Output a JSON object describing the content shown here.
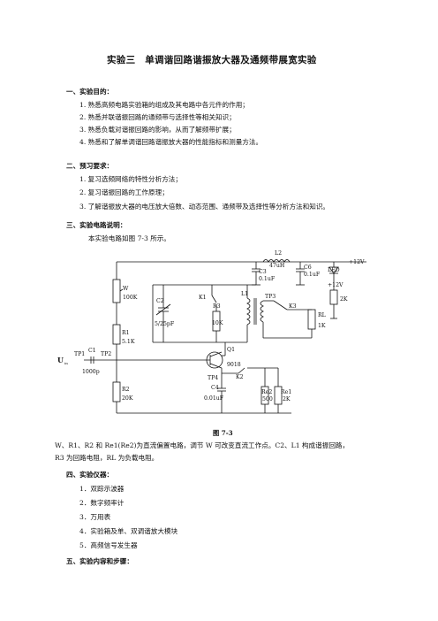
{
  "doc": {
    "title": "实验三　单调谐回路谐振放大器及通频带展宽实验",
    "s1": {
      "heading": "一、实验目的：",
      "items": [
        "1. 熟悉高频电路实验箱的组成及其电路中各元件的作用；",
        "2. 熟悉并联谐振回路的通频带与选择性等相关知识；",
        "3. 熟悉负载对谐振回路的影响，从而了解频带扩展；",
        "4. 熟悉和了解单调谐回路谐振放大器的性能指标和测量方法。"
      ]
    },
    "s2": {
      "heading": "二、预习要求：",
      "items": [
        "1. 复习选频网络的特性分析方法；",
        "2. 复习谐振回路的工作原理；",
        "3. 了解谐振放大器的电压放大倍数、动态范围、通频带及选择性等分析方法和知识。"
      ]
    },
    "s3": {
      "heading": "三、实验电路说明：",
      "intro": "本实验电路如图 7-3 所示。"
    },
    "figure": {
      "caption": "图 7-3",
      "labels": {
        "l2": "L2",
        "l2v": "47uH",
        "c3": "C3",
        "c3v": "0.1uF",
        "c6": "C6",
        "c6v": "0.1uF",
        "led": "LED",
        "vcc1": "+12V",
        "vcc2": "+12V",
        "r5": "2K",
        "w": "W",
        "wv": "100K",
        "k1": "K1",
        "l1": "L1",
        "tp3": "TP3",
        "k3": "K3",
        "c2": "C2",
        "c2v": "5/25pF",
        "r3": "R3",
        "r3v": "10K",
        "rl": "RL",
        "rlv": "1K",
        "r1": "R1",
        "r1v": "5.1K",
        "ui": "U",
        "uisub": "in",
        "tp1": "TP1",
        "c1": "C1",
        "tp2": "TP2",
        "c1v": "1000p",
        "q1": "Q1",
        "q1v": "9018",
        "tp4": "TP4",
        "k2": "K2",
        "c4": "C4",
        "c4v": "0.01uF",
        "r2": "R2",
        "r2v": "20K",
        "re2": "Re2",
        "re2v": "500",
        "re1": "Re1",
        "re1v": "2K"
      }
    },
    "desc": [
      "W、R1、R2 和 Re1(Re2)为直流偏置电路，调节 W 可改变直流工作点。C2、L1 构成谐振回路，",
      "R3 为回路电阻，RL 为负载电阻。"
    ],
    "s4": {
      "heading": "四、实验仪器：",
      "items": [
        "1．双踪示波器",
        "2．数字频率计",
        "3．万用表",
        "4．实验箱及单、双调谐放大模块",
        "5．高频信号发生器"
      ]
    },
    "s5": {
      "heading": "五、实验内容和步骤："
    }
  }
}
